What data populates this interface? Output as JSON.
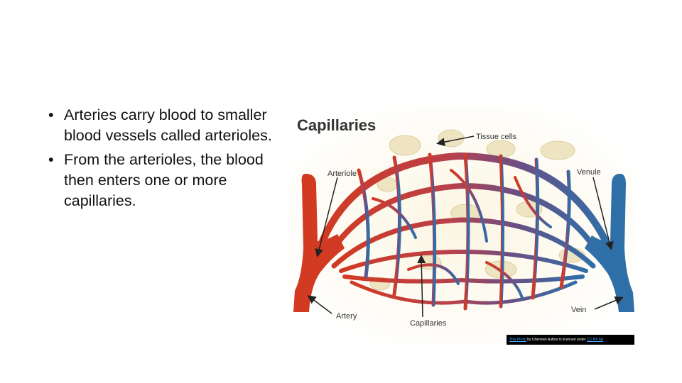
{
  "bullets": [
    "Arteries carry blood to smaller blood vessels called arterioles.",
    "From the arterioles, the blood then enters one or more capillaries."
  ],
  "bullet_symbol": "•",
  "figure": {
    "title": "Capillaries",
    "labels": {
      "tissue_cells": "Tissue cells",
      "arteriole": "Arteriole",
      "venule": "Venule",
      "artery": "Artery",
      "capillaries": "Capillaries",
      "vein": "Vein"
    },
    "colors": {
      "artery": "#d23a22",
      "vein": "#2f6fa8",
      "background": "#f7f0d8",
      "tissue": "#efe4c2"
    }
  },
  "credit": {
    "link_text": "This Photo",
    "middle_text": " by Unknown Author is licensed under ",
    "license_text": "CC BY-SA"
  }
}
